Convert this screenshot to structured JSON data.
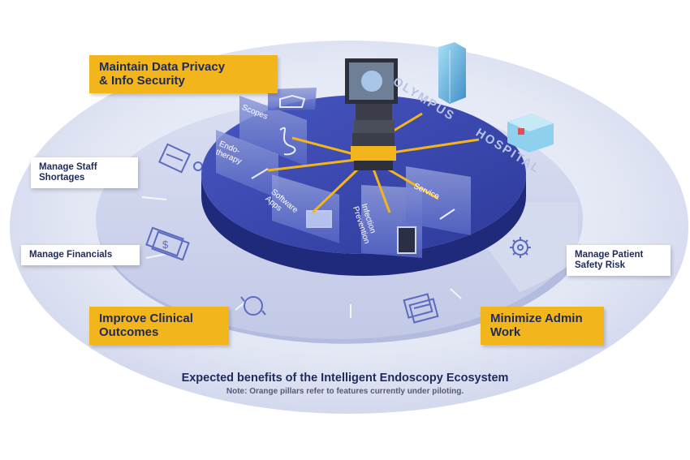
{
  "diagram": {
    "orange_callouts": {
      "data_privacy": "Maintain Data Privacy\n& Info Security",
      "clinical_outcomes": "Improve Clinical\nOutcomes",
      "admin_work": "Minimize Admin\nWork"
    },
    "white_callouts": {
      "staff_shortages": "Manage Staff\nShortages",
      "financials": "Manage Financials",
      "patient_safety": "Manage Patient\nSafety Risk"
    },
    "segments": {
      "scopes": "Scopes",
      "endotherapy": "Endo-\ntherapy",
      "software_apps": "Software\nApps",
      "infection_prevention": "Infection\nPrevention",
      "service": "Service"
    },
    "hospital_label": {
      "olympus": "OLYMPUS",
      "hospital": "HOSPITAL"
    }
  },
  "caption": {
    "title": "Expected benefits of the Intelligent Endoscopy Ecosystem",
    "note": "Note: Orange pillars refer to features currently under piloting."
  },
  "colors": {
    "disc_top": "#3a4ab0",
    "disc_side": "#1f2a7a",
    "callout_orange": "#f2b51c",
    "text_navy": "#1f2a5c",
    "connector": "#f2b51c"
  }
}
